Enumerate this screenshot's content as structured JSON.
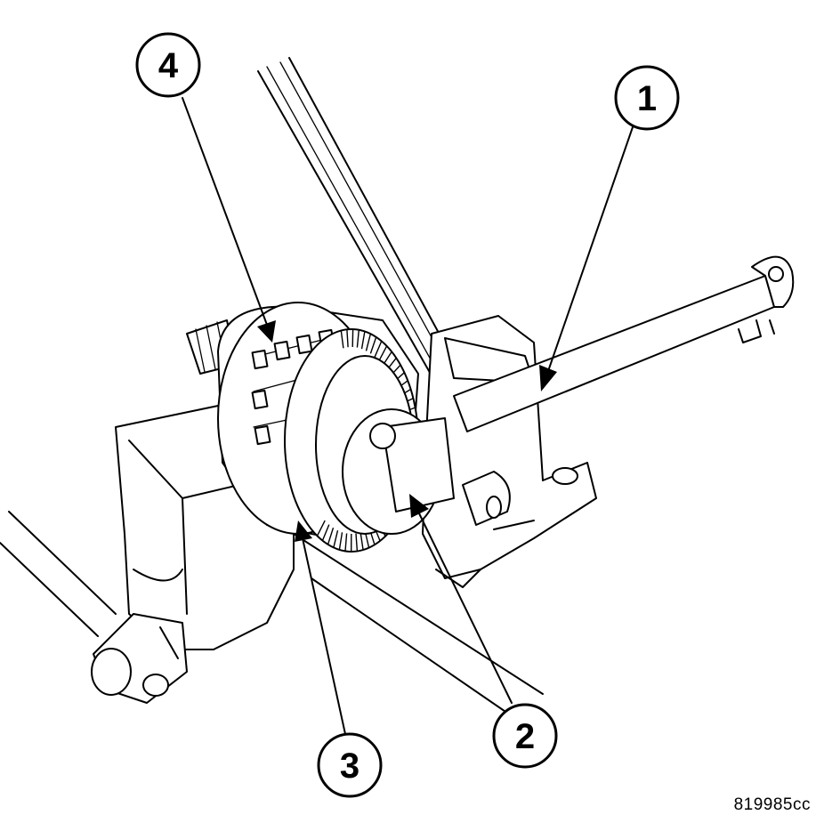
{
  "diagram": {
    "callouts": [
      {
        "label": "1"
      },
      {
        "label": "2"
      },
      {
        "label": "3"
      },
      {
        "label": "4"
      }
    ],
    "figure_id": "819985cc"
  }
}
